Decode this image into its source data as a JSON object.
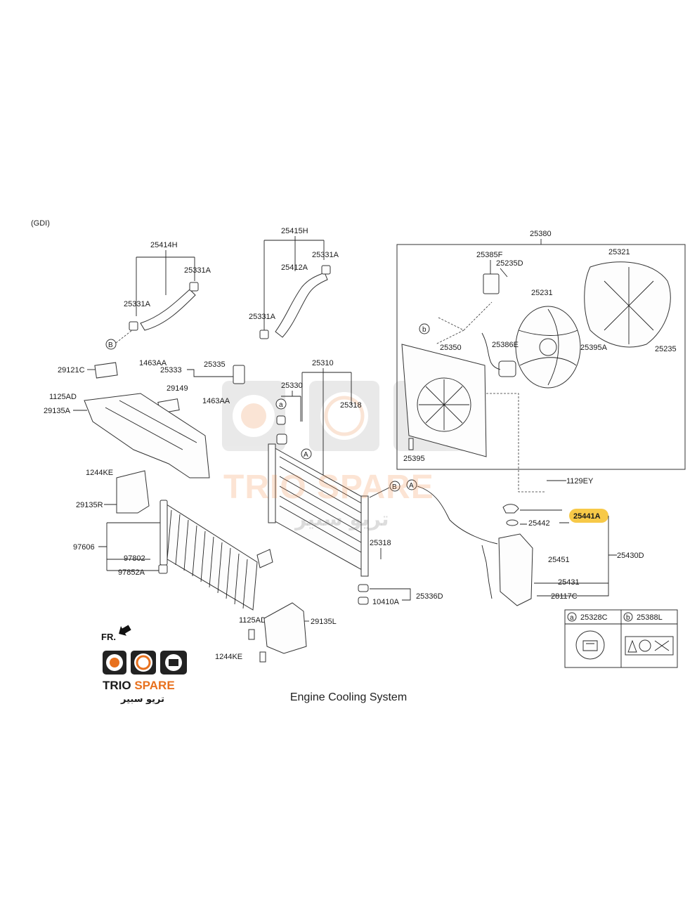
{
  "variant": "(GDI)",
  "caption": "Engine Cooling System",
  "brand": {
    "name_part1": "TRIO",
    "name_part2": "SPARE",
    "name_arabic": "تريو سبير",
    "accent_color": "#e8711e",
    "highlight_color": "#f7c948"
  },
  "front_marker": "FR.",
  "callouts": {
    "a": "a",
    "b": "b",
    "A": "A",
    "B": "B"
  },
  "parts": {
    "p25414H": "25414H",
    "p25331A_1": "25331A",
    "p25331A_2": "25331A",
    "p25331A_3": "25331A",
    "p25331A_4": "25331A",
    "p25415H": "25415H",
    "p25412A": "25412A",
    "p25380": "25380",
    "p25385F": "25385F",
    "p25235D": "25235D",
    "p25321": "25321",
    "p25231": "25231",
    "p25350": "25350",
    "p25386E": "25386E",
    "p25395A": "25395A",
    "p25235": "25235",
    "p25395": "25395",
    "p1129EY": "1129EY",
    "p1463AA_1": "1463AA",
    "p1463AA_2": "1463AA",
    "p29121C": "29121C",
    "p25333": "25333",
    "p25335": "25335",
    "p25310": "25310",
    "p25330": "25330",
    "p25318_1": "25318",
    "p25318_2": "25318",
    "p29149": "29149",
    "p1125AD_1": "1125AD",
    "p1125AD_2": "1125AD",
    "p29135A": "29135A",
    "p1244KE_1": "1244KE",
    "p1244KE_2": "1244KE",
    "p29135R": "29135R",
    "p97606": "97606",
    "p97802": "97802",
    "p97852A": "97852A",
    "p25441A": "25441A",
    "p25442": "25442",
    "p25451": "25451",
    "p25430D": "25430D",
    "p25431": "25431",
    "p28117C": "28117C",
    "p10410A": "10410A",
    "p25336D": "25336D",
    "p29135L": "29135L"
  },
  "legend": {
    "a_code": "25328C",
    "b_code": "25388L"
  }
}
